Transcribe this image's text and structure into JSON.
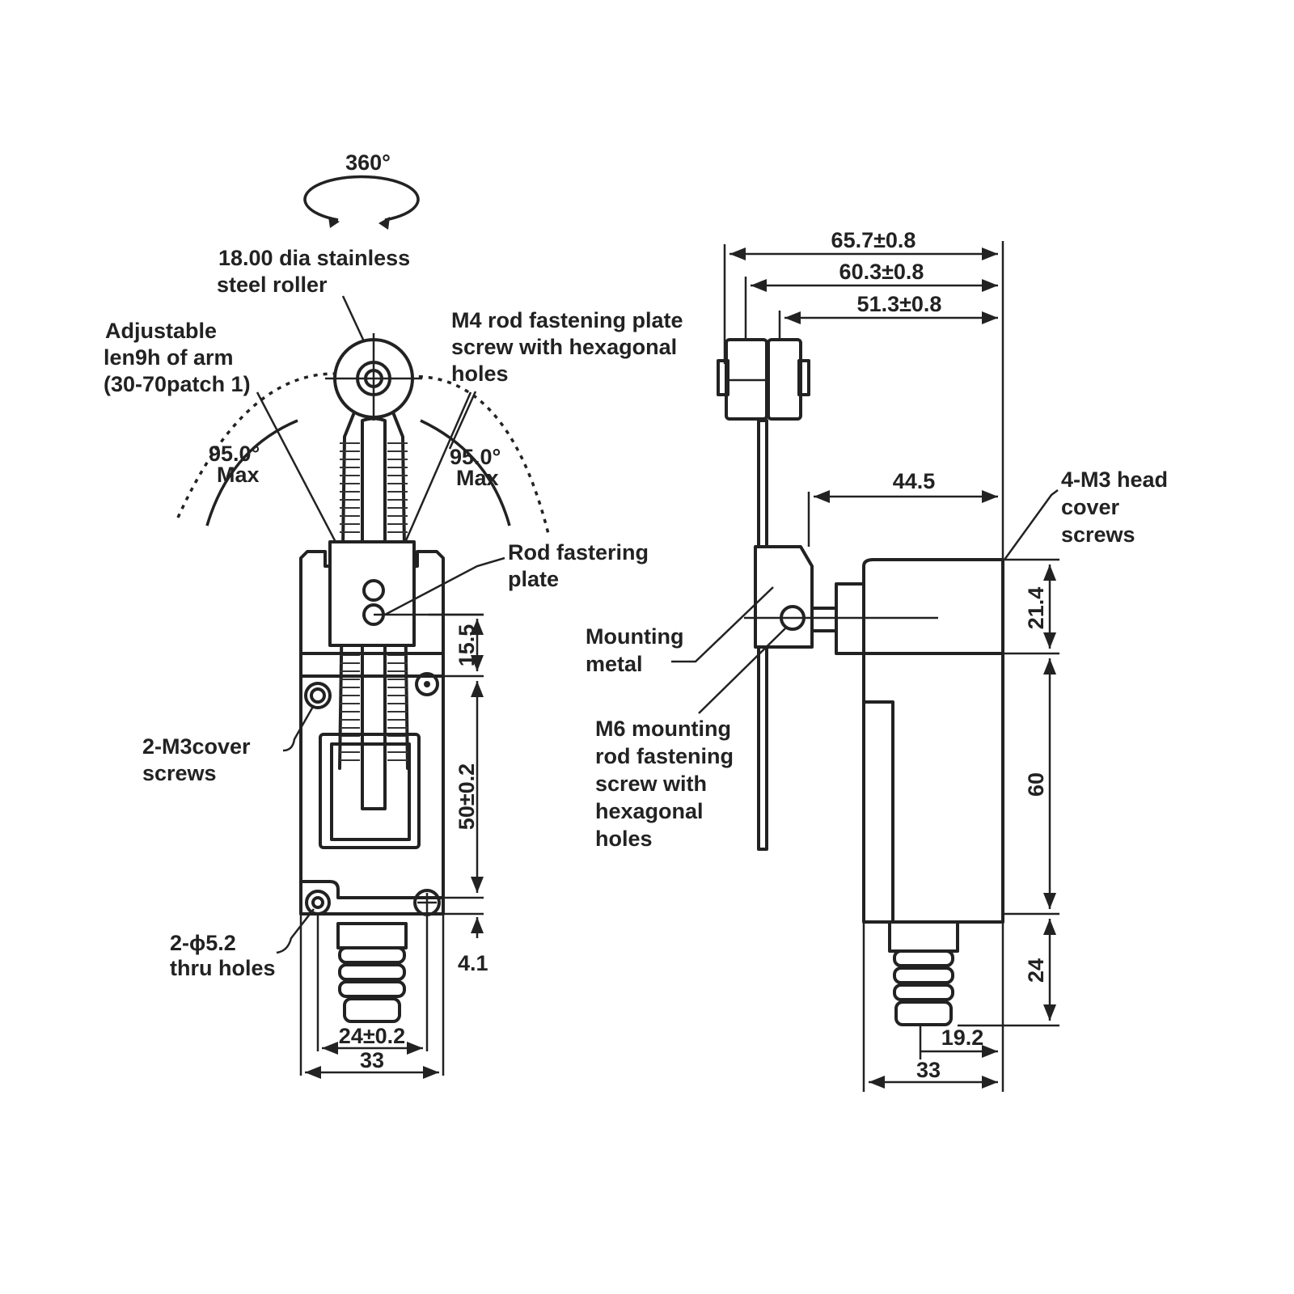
{
  "front_view": {
    "rotation": "360°",
    "roller": [
      "18.00 dia stainless",
      "steel roller"
    ],
    "arm": [
      "Adjustable",
      "len9h of  arm",
      "(30-70patch 1)"
    ],
    "angle_left": [
      "95.0°",
      "Max"
    ],
    "angle_right": [
      "95.0°",
      "Max"
    ],
    "m4_screw": [
      "M4 rod fastening plate",
      "screw with hexagonal",
      "holes"
    ],
    "rod_plate": [
      "Rod fastering",
      "plate"
    ],
    "cover_screws": [
      "2-M3cover",
      "screws"
    ],
    "thru_holes": [
      "2-ϕ5.2",
      "thru holes"
    ],
    "dims": {
      "d15_5": "15.5",
      "d50": "50±0.2",
      "d4_1": "4.1",
      "d24": "24±0.2",
      "d33": "33"
    }
  },
  "side_view": {
    "dims": {
      "d65_7": "65.7±0.8",
      "d60_3": "60.3±0.8",
      "d51_3": "51.3±0.8",
      "d44_5": "44.5",
      "d21_4": "21.4",
      "d60": "60",
      "d24": "24",
      "d19_2": "19.2",
      "d33": "33"
    },
    "head_screws": [
      "4-M3 head",
      "cover",
      "screws"
    ],
    "mounting_metal": [
      "Mounting",
      "metal"
    ],
    "m6_screw": [
      "M6 mounting",
      "rod fastening",
      "screw with",
      "hexagonal",
      "holes"
    ]
  }
}
